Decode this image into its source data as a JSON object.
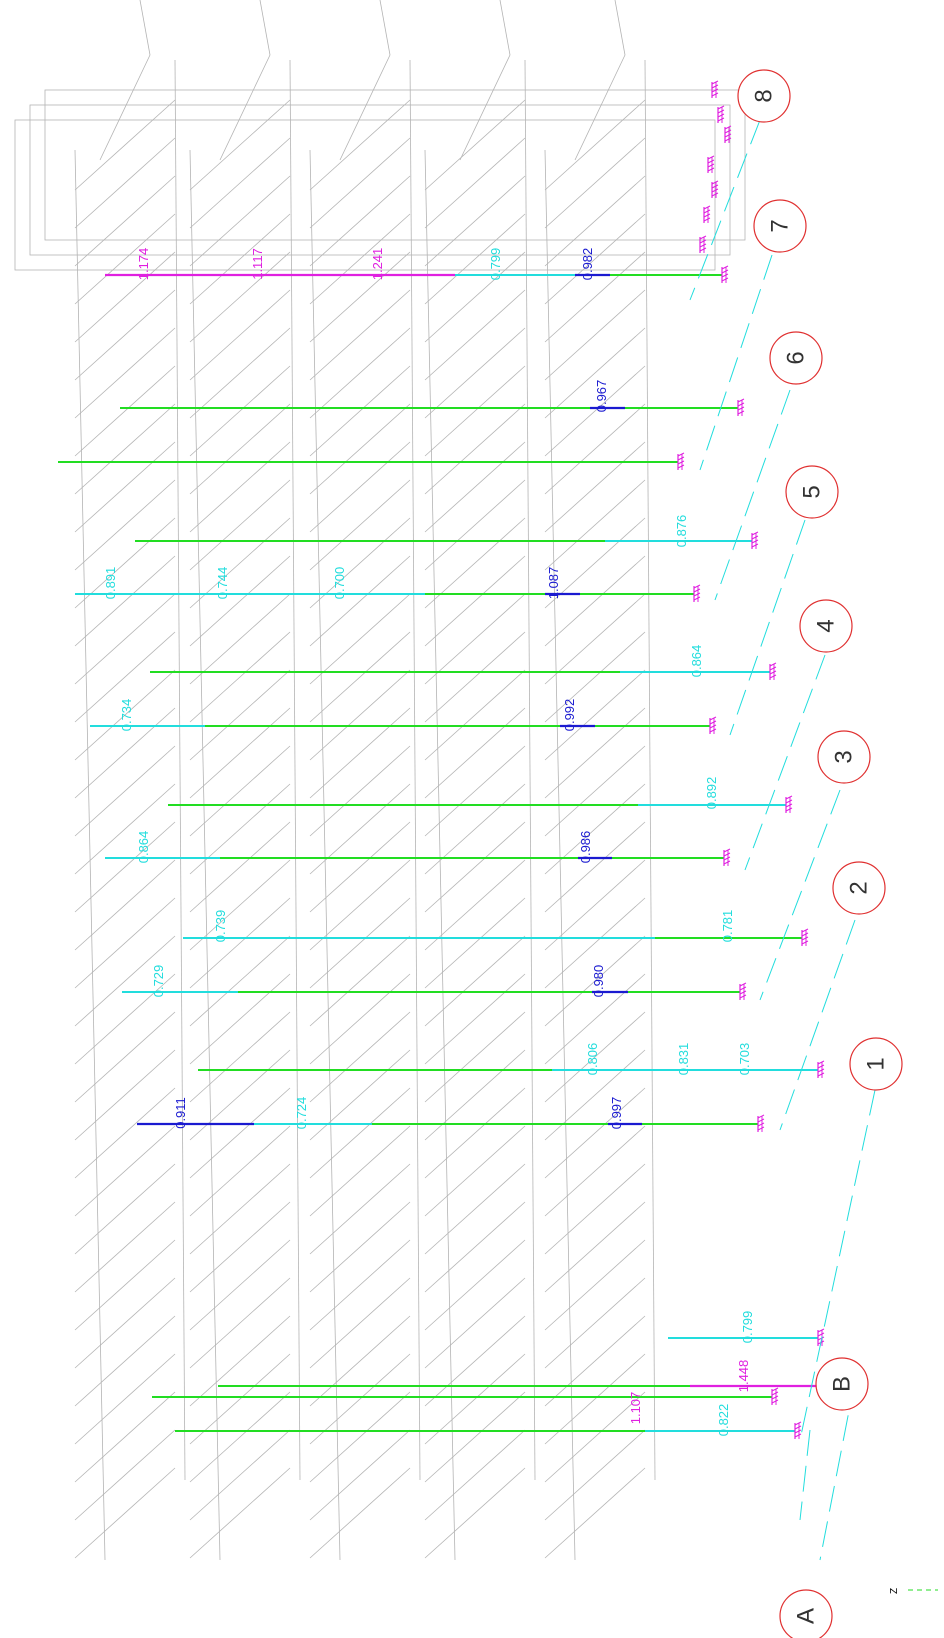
{
  "drawing": {
    "colors": {
      "background": "#ffffff",
      "frame_wire": "#b4b4b4",
      "green_member": "#22dd22",
      "cyan_member": "#22dddd",
      "blue_member": "#1a1ad0",
      "magenta_member": "#e020e0",
      "grid_bubble": "#e03030",
      "grid_line": "#22dddd",
      "support": "#e020e0"
    },
    "grid_bubbles": [
      {
        "label": "8"
      },
      {
        "label": "7"
      },
      {
        "label": "6"
      },
      {
        "label": "5"
      },
      {
        "label": "4"
      },
      {
        "label": "3"
      },
      {
        "label": "2"
      },
      {
        "label": "1"
      },
      {
        "label": "B"
      },
      {
        "label": "A"
      }
    ],
    "axis_label": "Z",
    "column_ratios": [
      {
        "text": "1.174",
        "color": "magenta"
      },
      {
        "text": "1.117",
        "color": "magenta"
      },
      {
        "text": "1.241",
        "color": "magenta"
      },
      {
        "text": "0.799",
        "color": "cyan"
      },
      {
        "text": "0.982",
        "color": "blue"
      },
      {
        "text": "0.967",
        "color": "blue"
      },
      {
        "text": "0.891",
        "color": "cyan"
      },
      {
        "text": "0.744",
        "color": "cyan"
      },
      {
        "text": "0.700",
        "color": "cyan"
      },
      {
        "text": "1.087",
        "color": "blue"
      },
      {
        "text": "0.876",
        "color": "cyan"
      },
      {
        "text": "0.734",
        "color": "cyan"
      },
      {
        "text": "0.992",
        "color": "blue"
      },
      {
        "text": "0.864",
        "color": "cyan"
      },
      {
        "text": "0.864",
        "color": "cyan"
      },
      {
        "text": "0.986",
        "color": "blue"
      },
      {
        "text": "0.892",
        "color": "cyan"
      },
      {
        "text": "0.739",
        "color": "cyan"
      },
      {
        "text": "0.729",
        "color": "cyan"
      },
      {
        "text": "0.980",
        "color": "blue"
      },
      {
        "text": "0.781",
        "color": "cyan"
      },
      {
        "text": "0.806",
        "color": "cyan"
      },
      {
        "text": "0.831",
        "color": "cyan"
      },
      {
        "text": "0.703",
        "color": "cyan"
      },
      {
        "text": "0.911",
        "color": "blue"
      },
      {
        "text": "0.724",
        "color": "cyan"
      },
      {
        "text": "0.997",
        "color": "blue"
      },
      {
        "text": "1.448",
        "color": "magenta"
      },
      {
        "text": "1.107",
        "color": "magenta"
      },
      {
        "text": "0.799",
        "color": "cyan"
      },
      {
        "text": "0.822",
        "color": "cyan"
      }
    ]
  }
}
